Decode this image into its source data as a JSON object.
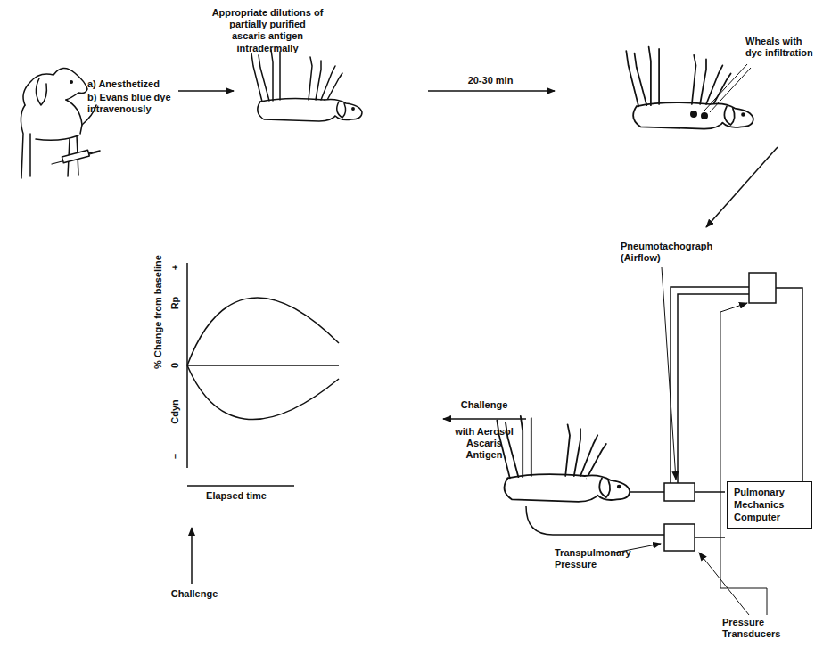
{
  "diagram": {
    "nodes": [
      {
        "text": [
          "Pulmonary Mechanics Computer"
        ]
      }
    ],
    "edges": [],
    "labels": [
      "Appropriate dilutions of partially purified ascaris antigen intradermally",
      "a) Anesthetized",
      "b) Evans blue dye intravenously",
      "20-30 min",
      "Wheals with dye infiltration",
      "Pneumotachograph (Airflow)",
      "Transpulmonary Pressure",
      "Pressure Transducers",
      "Challenge",
      "with Aerosol Ascaris Antigen",
      "% Change from baseline",
      "Rp",
      "+",
      "0",
      "Cdyn",
      "–",
      "Elapsed time",
      "Challenge"
    ]
  }
}
